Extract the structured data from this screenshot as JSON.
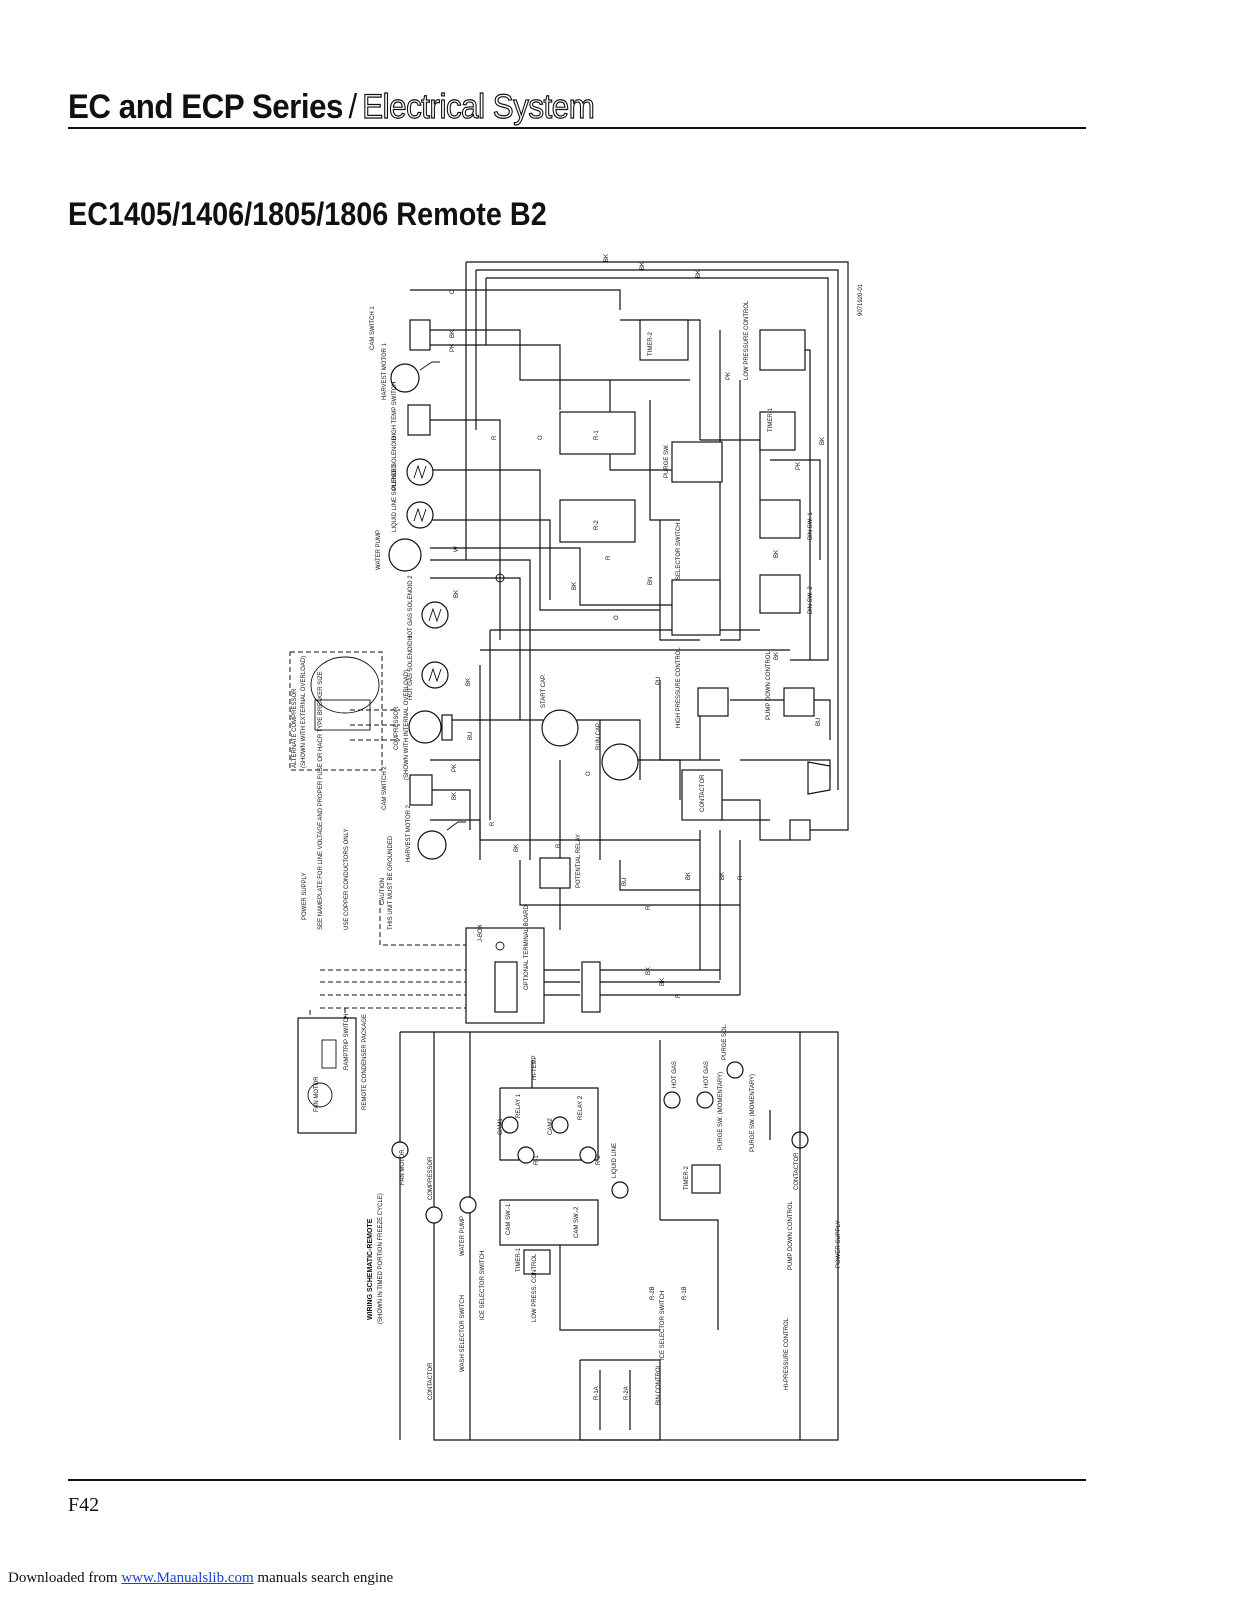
{
  "header": {
    "series": "EC and ECP Series",
    "separator": "/",
    "section": "Electrical System"
  },
  "subtitle": "EC1405/1406/1805/1806 Remote B2",
  "diagram": {
    "drawing_number": "9071920-01",
    "wire_colors": {
      "bk": "BK",
      "r": "R",
      "o": "O",
      "pk": "PK",
      "bn": "BN",
      "bu": "BU",
      "pu": "PU",
      "w": "W"
    },
    "components": {
      "cam_switch_1": "CAM SWITCH 1",
      "harvest_motor_1": "HARVEST MOTOR 1",
      "high_temp_switch": "HIGH TEMP SWITCH",
      "purge_solenoid": "PURGE SOLENOID",
      "liquid_line_solenoid": "LIQUID LINE SOLENOID",
      "water_pump": "WATER PUMP",
      "hot_gas_solenoid_2": "HOT GAS SOLENOID 2",
      "hot_gas_solenoid_1": "HOT GAS SOLENOID 1",
      "compressor": "COMPRESSOR",
      "compressor_note": "(SHOWN WITH INTERNAL OVERLOAD)",
      "alt_compressor": "ALTERNATE COMPRESSOR",
      "alt_compressor_note": "(SHOWN WITH EXTERNAL OVERLOAD)",
      "cam_switch_2": "CAM SWITCH 2",
      "harvest_motor_2": "HARVEST MOTOR 2",
      "timer_2": "TIMER-2",
      "timer_1": "TIMER-1",
      "low_pressure_control": "LOW PRESSURE CONTROL",
      "relay_1": "R-1",
      "relay_2": "R-2",
      "purge_sw": "PURGE SW.",
      "bin_sw_1": "BIN SW. 1",
      "bin_sw_2": "BIN SW. 2",
      "selector_switch": "SELECTOR SWITCH",
      "start_cap": "START CAP.",
      "run_cap": "RUN CAP.",
      "high_pressure_control": "HIGH PRESSURE CONTROL",
      "pump_down_control": "PUMP DOWN CONTROL",
      "contactor": "CONTACTOR",
      "potential_relay": "POTENTIAL RELAY",
      "jbox": "J-BOX",
      "optional_terminal_board": "OPTIONAL TERMINAL BOARD",
      "remote_condenser": "REMOTE CONDENSER PACKAGE",
      "fan_motor": "FAN MOTOR",
      "ramptrip_switch": "RAMPTRIP SWITCH"
    },
    "notes": {
      "power_supply": "POWER SUPPLY",
      "power_note": "SEE NAMEPLATE FOR LINE VOLTAGE AND PROPER FUSE OR HACR TYPE BREAKER SIZE",
      "copper_note": "USE COPPER CONDUCTORS ONLY",
      "caution": "CAUTION",
      "ground_note": "THIS UNIT MUST BE GROUNDED"
    },
    "schematic": {
      "title": "WIRING SCHEMATIC-REMOTE",
      "subtitle": "(SHOWN IN TIMED PORTION FREEZE CYCLE)",
      "labels": {
        "fan_motor": "FAN MOTOR",
        "compressor": "COMPRESSOR",
        "water_pump": "WATER PUMP",
        "hi_temp": "HI-TEMP",
        "cam1": "CAM1",
        "cam2": "CAM2",
        "relay_1": "RELAY 1",
        "relay_2": "RELAY 2",
        "r1": "R-1",
        "r2": "R-2",
        "cam_sw_1": "CAM SW.-1",
        "cam_sw_2": "CAM SW.-2",
        "liquid_line": "LIQUID LINE",
        "timer_1": "TIMER-1",
        "timer_2": "TIMER-2",
        "low_press_control": "LOW PRESS. CONTROL",
        "ice_selector_switch": "ICE SELECTOR SWITCH",
        "wash_selector_switch": "WASH SELECTOR SWITCH",
        "contactor": "CONTACTOR",
        "hot_gas": "HOT GAS",
        "purge_sol": "PURGE SOL.",
        "purge_sw": "PURGE SW. (MOMENTARY)",
        "pump_down_control": "PUMP DOWN CONTROL",
        "hi_pressure_control": "HI-PRESSURE CONTROL",
        "power_supply": "POWER SUPPLY",
        "bin_control": "BIN CONTROL",
        "ice_selector": "ICE SELECTOR SWITCH",
        "r2b": "R-2B",
        "r1b": "R-1B",
        "r1a": "R-1A",
        "r2a": "R-2A"
      }
    }
  },
  "page_number": "F42",
  "footer": {
    "prefix": "Downloaded from ",
    "link": "www.Manualslib.com",
    "suffix": " manuals search engine"
  }
}
